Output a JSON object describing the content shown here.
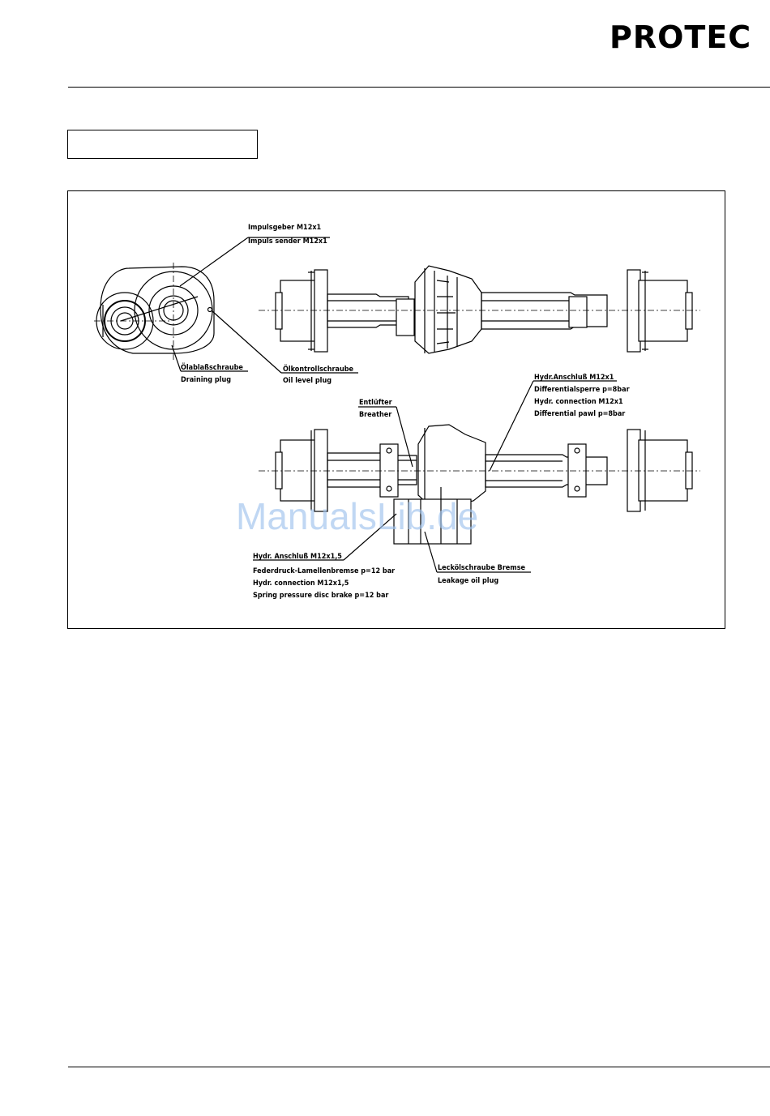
{
  "header": {
    "logo_text": "PROTEC"
  },
  "figure": {
    "labels": {
      "impuls_de": "Impulsgeber M12x1",
      "impuls_en": "Impuls sender M12x1",
      "drain_de": "Ölablaßschraube",
      "drain_en": "Draining plug",
      "level_de": "Ölkontrollschraube",
      "level_en": "Oil level plug",
      "hydr_diff_de": "Hydr.Anschluß M12x1",
      "diff_de": "Differentialsperre p=8bar",
      "hydr_diff_en": "Hydr. connection M12x1",
      "diff_en": "Differential pawl p=8bar",
      "breather_de": "Entlüfter",
      "breather_en": "Breather",
      "hydr_brake_de": "Hydr. Anschluß M12x1,5",
      "brake_de": "Federdruck-Lamellenbremse p=12 bar",
      "hydr_brake_en": "Hydr. connection M12x1,5",
      "brake_en": "Spring pressure disc brake p=12 bar",
      "leak_de": "Lecköl­schraube Bremse",
      "leak_en": "Leakage oil plug"
    },
    "watermark": "ManualsLib.de"
  }
}
